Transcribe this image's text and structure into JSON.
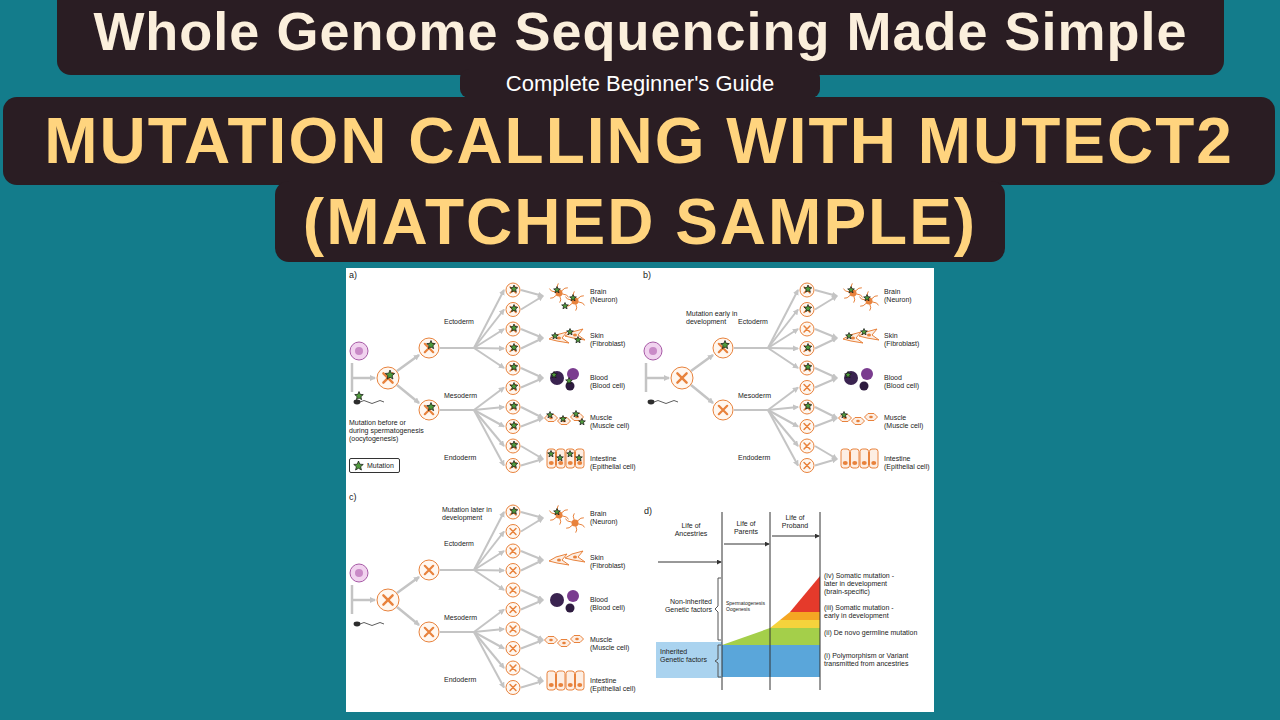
{
  "diagram": {
    "nodes": [
      {
        "text": [
          "Whole Genome Sequencing Made Simple"
        ]
      },
      {
        "text": [
          "Complete Beginner's Guide"
        ]
      },
      {
        "text": [
          "MUTATION CALLING WITH MUTECT2"
        ]
      },
      {
        "text": [
          "(MATCHED SAMPLE)"
        ]
      }
    ],
    "labels": [
      "a)",
      "Ectoderm",
      "Mesoderm",
      "Endoderm",
      "Brain (Neuron)",
      "Skin (Fibroblast)",
      "Blood (Blood cell)",
      "Muscle (Muscle cell)",
      "Intestine (Epithelial cell)",
      "Mutation before or during spermatogenesis (oocytogenesis)",
      "b)",
      "Mutation early in development",
      "Ectoderm",
      "Mesoderm",
      "Endoderm",
      "Brain (Neuron)",
      "Skin (Fibroblast)",
      "Blood (Blood cell)",
      "Muscle (Muscle cell)",
      "Intestine (Epithelial cell)",
      "c)",
      "Mutation later in development",
      "Ectoderm",
      "Mesoderm",
      "Endoderm",
      "Brain (Neuron)",
      "Skin (Fibroblast)",
      "Blood (Blood cell)",
      "Muscle (Muscle cell)",
      "Intestine (Epithelial cell)",
      "d)",
      "Life of Ancestries",
      "Life of Parents",
      "Life of Proband",
      "Non-inherited Genetic factors",
      "Inherited Genetic factors",
      "Spermatogenesis Oogenesis",
      "(iv) Somatic mutation - later in development (brain-specific)",
      "(iii) Somatic mutation - early in development",
      "(ii) De novo germline mutation",
      "(i) Polymorphism or Variant transmitted from ancestries"
    ],
    "legend": [
      {
        "text": "Mutation"
      }
    ]
  }
}
